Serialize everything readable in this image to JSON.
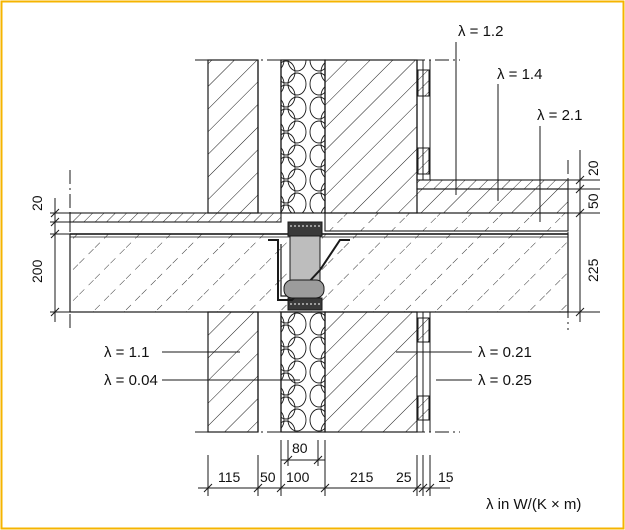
{
  "colors": {
    "frame": "#f5b400",
    "ink": "#1a1a1a",
    "insulation_fill": "#bdbdbd"
  },
  "labels": {
    "lambda_1_2": "λ = 1.2",
    "lambda_1_4": "λ = 1.4",
    "lambda_2_1": "λ = 2.1",
    "lambda_1_1": "λ = 1.1",
    "lambda_0_04": "λ = 0.04",
    "lambda_0_21": "λ = 0.21",
    "lambda_0_25": "λ = 0.25",
    "units": "λ in W/(K × m)"
  },
  "dimensions": {
    "top_left": "20",
    "left_slab": "200",
    "right_top": "20",
    "right_mid": "50",
    "right_slab": "225",
    "bottom": [
      "115",
      "50",
      "100",
      "215",
      "25",
      "15"
    ],
    "insulation_80": "80"
  }
}
